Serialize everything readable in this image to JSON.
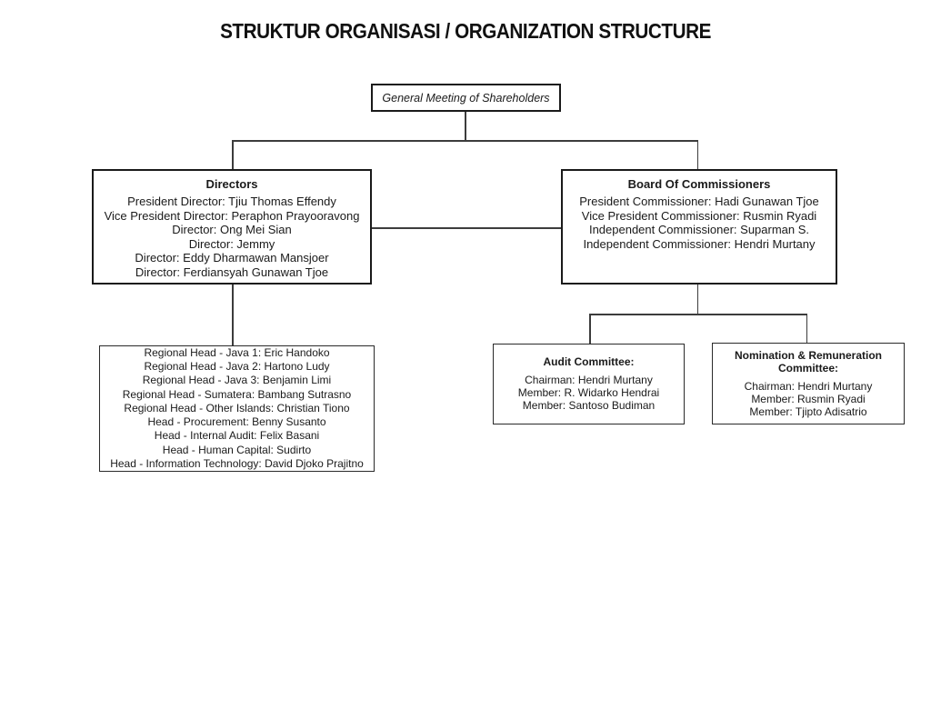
{
  "page": {
    "title": "STRUKTUR ORGANISASI / ORGANIZATION STRUCTURE"
  },
  "org_chart": {
    "shareholders": {
      "label": "General Meeting of Shareholders"
    },
    "directors": {
      "heading": "Directors",
      "members": [
        "President Director: Tjiu Thomas Effendy",
        "Vice President Director: Peraphon Prayooravong",
        "Director: Ong Mei Sian",
        "Director: Jemmy",
        "Director: Eddy Dharmawan Mansjoer",
        "Director: Ferdiansyah Gunawan Tjoe"
      ]
    },
    "commissioners": {
      "heading": "Board Of Commissioners",
      "members": [
        "President Commissioner: Hadi Gunawan Tjoe",
        "Vice President Commissioner: Rusmin Ryadi",
        "Independent Commissioner: Suparman S.",
        "Independent Commissioner: Hendri Murtany"
      ]
    },
    "regional_heads": {
      "members": [
        "Regional Head - Java 1: Eric Handoko",
        "Regional Head - Java 2: Hartono Ludy",
        "Regional Head - Java 3: Benjamin Limi",
        "Regional Head - Sumatera: Bambang Sutrasno",
        "Regional Head - Other Islands: Christian Tiono",
        "Head - Procurement: Benny Susanto",
        "Head - Internal Audit: Felix Basani",
        "Head - Human Capital: Sudirto",
        "Head - Information Technology: David Djoko Prajitno"
      ]
    },
    "audit_committee": {
      "heading": "Audit Committee:",
      "members": [
        "Chairman: Hendri Murtany",
        "Member: R. Widarko Hendrai",
        "Member: Santoso Budiman"
      ]
    },
    "nomination_committee": {
      "heading": "Nomination & Remuneration Committee:",
      "members": [
        "Chairman: Hendri Murtany",
        "Member: Rusmin Ryadi",
        "Member: Tjipto Adisatrio"
      ]
    }
  },
  "colors": {
    "background": "#ffffff",
    "border": "#1a1a1a",
    "connector": "#3c3c3c",
    "text": "#1a1a1a"
  }
}
